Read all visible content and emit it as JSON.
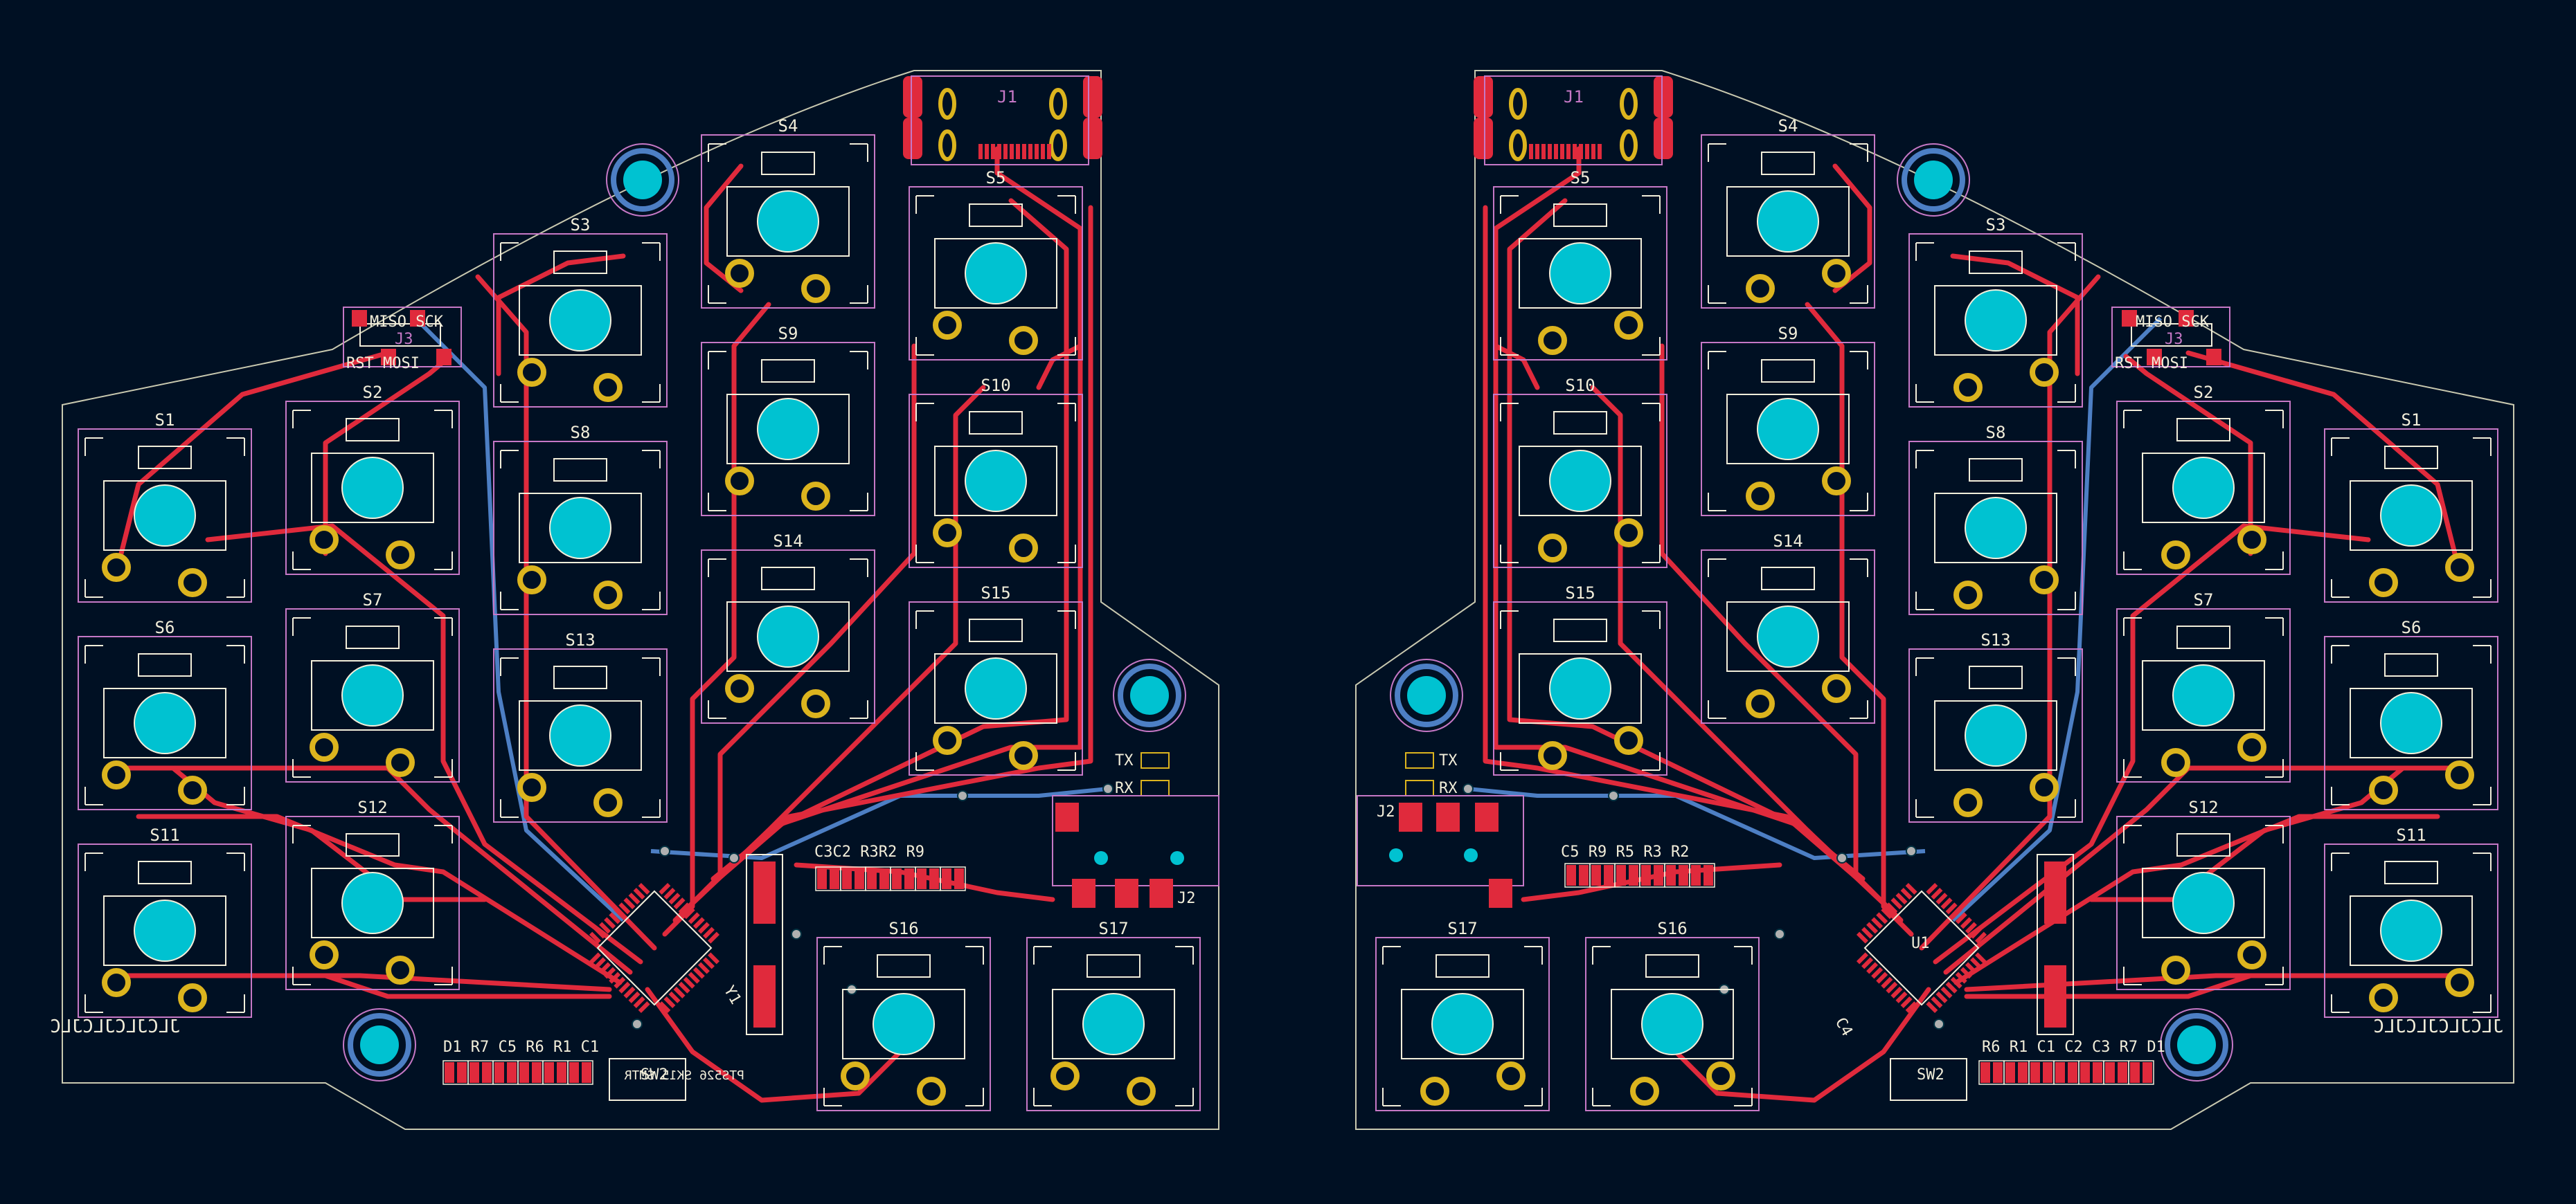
{
  "colors": {
    "background": "#001023",
    "edge_cuts": "#c9c9b0",
    "front_copper": "#e02a3c",
    "back_copper": "#4d7fc4",
    "pad_annular": "#dcb41e",
    "switch_hole": "#00c2d1",
    "silkscreen": "#f2eeda",
    "courtyard": "#c678c6",
    "via": "#b0b0b0"
  },
  "left": {
    "switches": [
      {
        "ref": "S1"
      },
      {
        "ref": "S2"
      },
      {
        "ref": "S3"
      },
      {
        "ref": "S4"
      },
      {
        "ref": "S5"
      },
      {
        "ref": "S6"
      },
      {
        "ref": "S7"
      },
      {
        "ref": "S8"
      },
      {
        "ref": "S9"
      },
      {
        "ref": "S10"
      },
      {
        "ref": "S11"
      },
      {
        "ref": "S12"
      },
      {
        "ref": "S13"
      },
      {
        "ref": "S14"
      },
      {
        "ref": "S15"
      },
      {
        "ref": "S16"
      },
      {
        "ref": "S17"
      }
    ],
    "isp_header": {
      "ref": "J3",
      "top_labels": "MISO SCK",
      "bottom_labels": "RST MOSI"
    },
    "usb": {
      "ref": "J1"
    },
    "audio_jack": {
      "ref": "J2"
    },
    "serial": {
      "tx": "TX",
      "rx": "RX"
    },
    "passives_top": "C3C2 R3R2 R9",
    "passives_bottom": "D1 R7 C5 R6 R1 C1",
    "crystal": "Y1",
    "reset_switch": "SW2",
    "mirrored_text": "JLCJLCJLCJLC",
    "mirrored_small": "PTS526 SK15 SMTR"
  },
  "right": {
    "switches": [
      {
        "ref": "S1"
      },
      {
        "ref": "S2"
      },
      {
        "ref": "S3"
      },
      {
        "ref": "S4"
      },
      {
        "ref": "S5"
      },
      {
        "ref": "S6"
      },
      {
        "ref": "S7"
      },
      {
        "ref": "S8"
      },
      {
        "ref": "S9"
      },
      {
        "ref": "S10"
      },
      {
        "ref": "S11"
      },
      {
        "ref": "S12"
      },
      {
        "ref": "S13"
      },
      {
        "ref": "S14"
      },
      {
        "ref": "S15"
      },
      {
        "ref": "S16"
      },
      {
        "ref": "S17"
      }
    ],
    "isp_header": {
      "ref": "J3",
      "top_labels": "MISO SCK",
      "bottom_labels": "RST MOSI"
    },
    "usb": {
      "ref": "J1"
    },
    "audio_jack": {
      "ref": "J2"
    },
    "serial": {
      "tx": "TX",
      "rx": "RX"
    },
    "passives_top": "C5 R9 R5 R3 R2",
    "passives_bottom": "R6 R1 C1 C2 C3 R7 D1",
    "microcontroller": "U1",
    "cap": "C4",
    "reset_switch": "SW2",
    "mirrored_text": "JLCJLCJLCJLC"
  }
}
